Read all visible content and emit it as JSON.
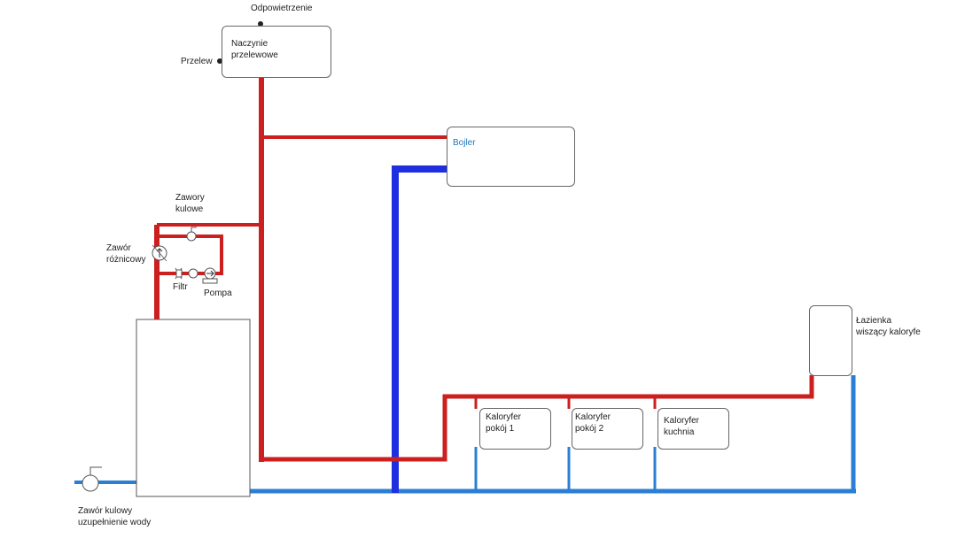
{
  "labels": {
    "vent": "Odpowietrzenie",
    "overflow": "Przelew",
    "expansion_tank": [
      "Naczynie",
      "przelewowe"
    ],
    "boiler": "Bojler",
    "ball_valves": [
      "Zawory",
      "kulowe"
    ],
    "diff_valve": [
      "Zawór",
      "różnicowy"
    ],
    "filter": "Filtr",
    "pump": "Pompa",
    "radiator_1": [
      "Kaloryfer",
      "pokój 1"
    ],
    "radiator_2": [
      "Kaloryfer",
      "pokój 2"
    ],
    "radiator_kitchen": [
      "Kaloryfer",
      "kuchnia"
    ],
    "bathroom_radiator": [
      "Łazienka",
      "wiszący kaloryfe"
    ],
    "fill_valve": [
      "Zawór kulowy",
      "uzupełnienie wody"
    ]
  },
  "colors": {
    "supply_pipe": "#cc1f1f",
    "return_pipe": "#2a7fd4",
    "boiler_return_pipe": "#1f2fe0",
    "outline": "#555555"
  }
}
